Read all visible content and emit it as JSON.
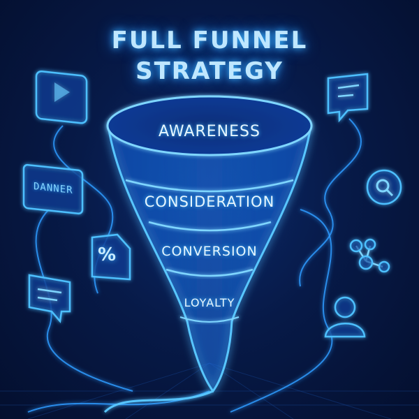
{
  "title": {
    "line1": "FULL FUNNEL",
    "line2": "STRATEGY"
  },
  "stages": [
    {
      "label": "AWARENESS"
    },
    {
      "label": "CONSIDERATION"
    },
    {
      "label": "CONVERSION"
    },
    {
      "label": "LOYALTY"
    }
  ],
  "icons": {
    "banner_text": "DANNER",
    "percent_text": "%"
  },
  "colors": {
    "background": "#061742",
    "neon": "#3fb6ff",
    "text": "#e6f6ff"
  }
}
